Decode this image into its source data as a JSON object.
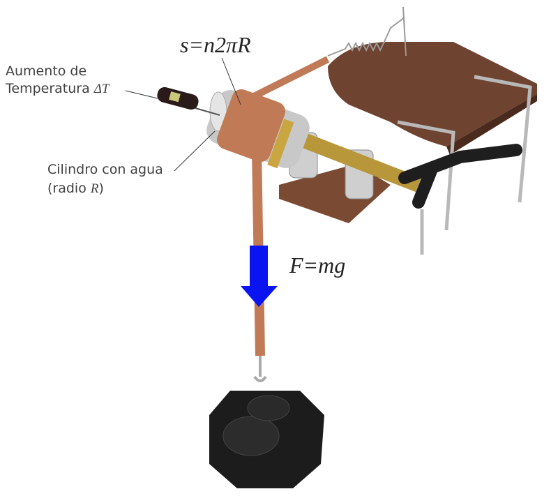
{
  "labels": {
    "arc_length": "s=n2πR",
    "temperature_line1": "Aumento de",
    "temperature_line2": "Temperatura",
    "temperature_symbol": "ΔT",
    "cylinder_line1": "Cilindro con agua",
    "cylinder_line2_prefix": "(radio ",
    "cylinder_symbol": "R",
    "cylinder_line2_suffix": ")",
    "force": "F=mg"
  },
  "colors": {
    "force_arrow": "#0a14f0",
    "copper_band": "#c07a55",
    "board": "#6e4330",
    "weight": "#1c1c1c"
  }
}
